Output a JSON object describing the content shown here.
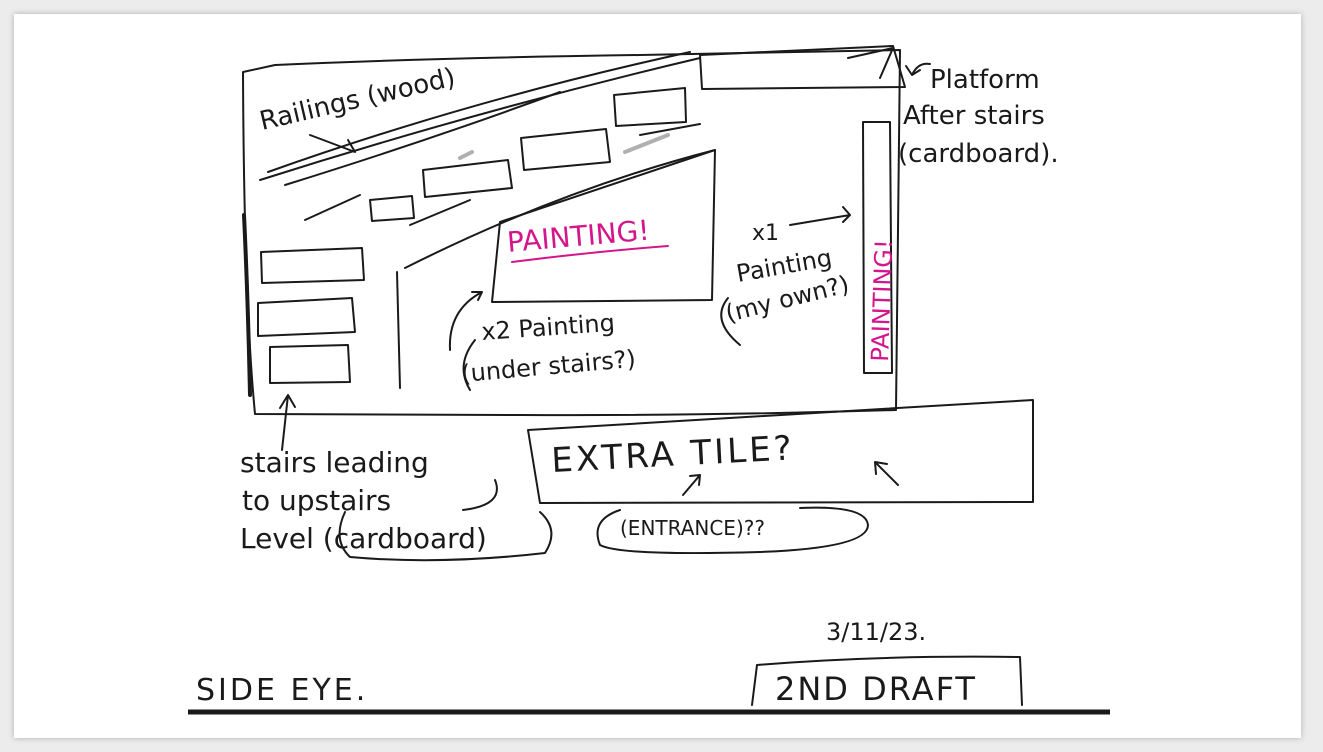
{
  "labels": {
    "railings": "Railings (wood)",
    "platform_1": "Platform",
    "platform_2": "After stairs",
    "platform_3": "(cardboard).",
    "painting_main": "PAINTING!",
    "painting_side": "PAINTING!",
    "x1_1": "x1",
    "x1_2": "Painting",
    "x1_3": "(my own?)",
    "x2_1": "x2 Painting",
    "x2_2": "(under stairs?)",
    "stairs_1": "stairs leading",
    "stairs_2": "to upstairs",
    "stairs_3": "Level (cardboard)",
    "extra_tile": "EXTRA TILE?",
    "entrance": "(ENTRANCE)??",
    "date": "3/11/23.",
    "draft": "2ND DRAFT",
    "title": "SIDE EYE."
  },
  "colors": {
    "ink": "#1a1a1a",
    "highlight": "#d4168c",
    "paper": "#ffffff"
  }
}
